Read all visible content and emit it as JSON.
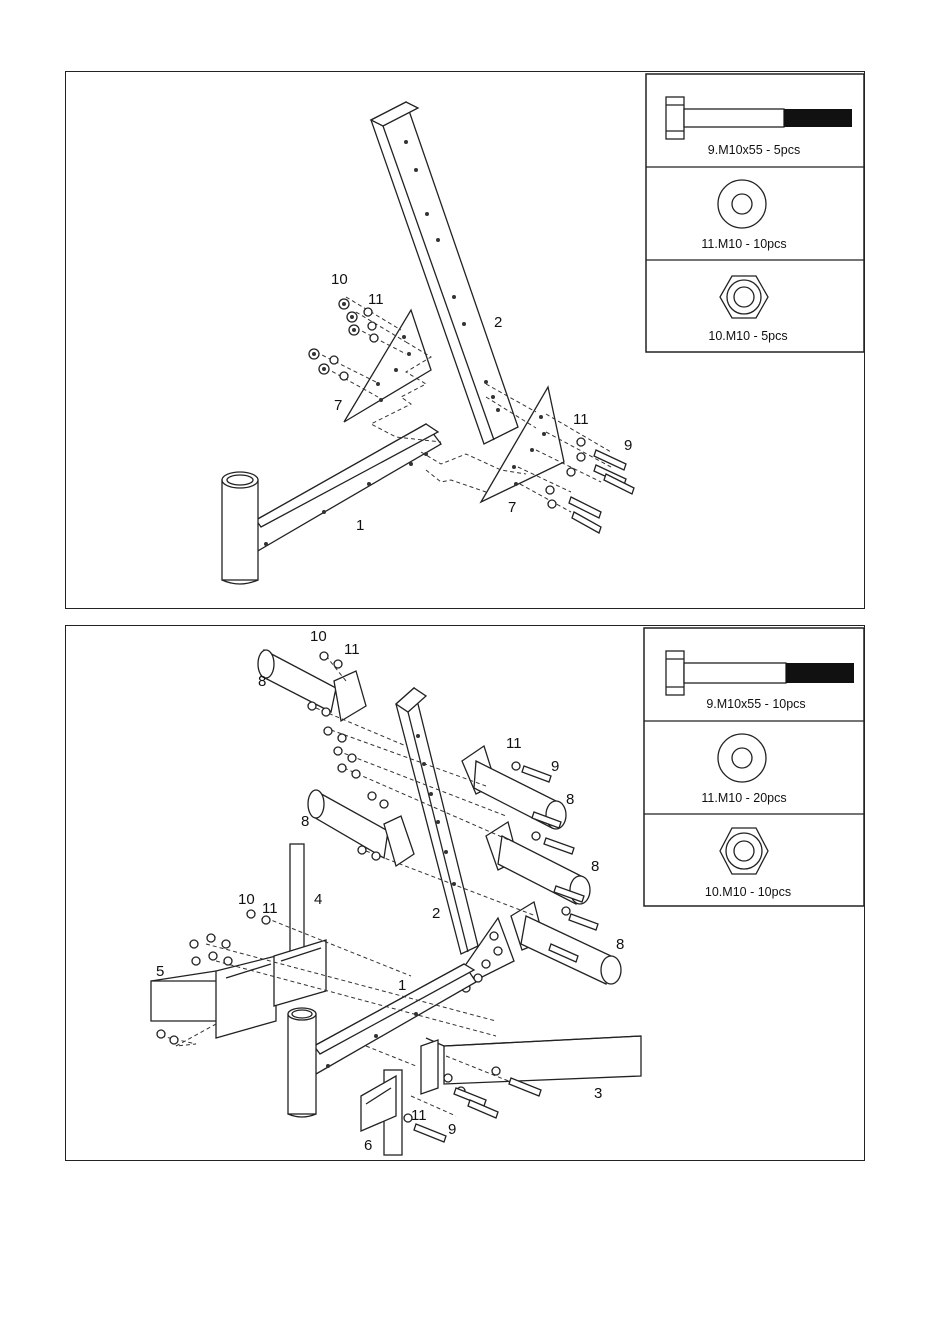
{
  "step1": {
    "legend": [
      {
        "label": "9.M10x55 - 5pcs",
        "icon": "bolt-icon"
      },
      {
        "label": "11.M10 - 10pcs",
        "icon": "washer-icon"
      },
      {
        "label": "10.M10 - 5pcs",
        "icon": "nut-icon"
      }
    ],
    "callouts": {
      "c10": "10",
      "c11a": "11",
      "c2": "2",
      "c7a": "7",
      "c11b": "11",
      "c9": "9",
      "c7b": "7",
      "c1": "1"
    }
  },
  "step2": {
    "legend": [
      {
        "label": "9.M10x55 - 10pcs",
        "icon": "bolt-icon"
      },
      {
        "label": "11.M10 -  20pcs",
        "icon": "washer-icon"
      },
      {
        "label": "10.M10 - 10pcs",
        "icon": "nut-icon"
      }
    ],
    "callouts": {
      "c10a": "10",
      "c11a": "11",
      "c8a": "8",
      "c11b": "11",
      "c9a": "9",
      "c8b": "8",
      "c8c": "8",
      "c8d": "8",
      "c8e": "8",
      "c10b": "10",
      "c11c": "11",
      "c4": "4",
      "c2": "2",
      "c5": "5",
      "c1": "1",
      "c3": "3",
      "c11d": "11",
      "c9b": "9",
      "c6": "6"
    }
  }
}
